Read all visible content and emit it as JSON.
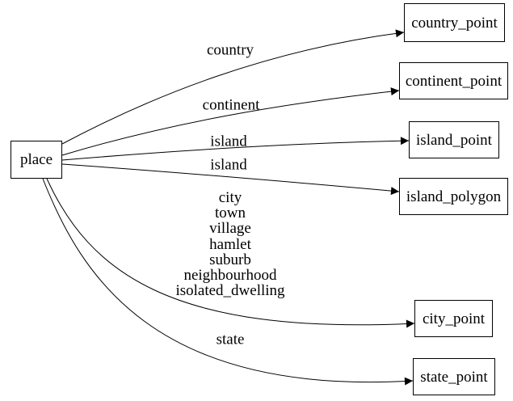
{
  "diagram": {
    "type": "directed-graph",
    "colors": {
      "background": "#ffffff",
      "node_border": "#000000",
      "node_fill": "#ffffff",
      "edge": "#000000",
      "text": "#000000"
    },
    "nodes": [
      {
        "id": "place",
        "label": "place"
      },
      {
        "id": "country_point",
        "label": "country_point"
      },
      {
        "id": "continent_point",
        "label": "continent_point"
      },
      {
        "id": "island_point",
        "label": "island_point"
      },
      {
        "id": "island_polygon",
        "label": "island_polygon"
      },
      {
        "id": "city_point",
        "label": "city_point"
      },
      {
        "id": "state_point",
        "label": "state_point"
      }
    ],
    "edges": [
      {
        "from": "place",
        "to": "country_point",
        "label": "country"
      },
      {
        "from": "place",
        "to": "continent_point",
        "label": "continent"
      },
      {
        "from": "place",
        "to": "island_point",
        "label": "island"
      },
      {
        "from": "place",
        "to": "island_polygon",
        "label": "island"
      },
      {
        "from": "place",
        "to": "city_point",
        "label": "city\ntown\nvillage\nhamlet\nsuburb\nneighbourhood\nisolated_dwelling"
      },
      {
        "from": "place",
        "to": "state_point",
        "label": "state"
      }
    ]
  }
}
